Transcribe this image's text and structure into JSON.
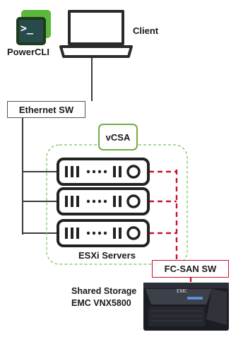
{
  "client": {
    "label": "Client",
    "icon": "laptop-icon"
  },
  "powercli": {
    "label": "PowerCLI",
    "icon_glyph": ">_",
    "icon": "powershell-terminal-icon"
  },
  "ethernet_switch": {
    "label": "Ethernet SW"
  },
  "vcsa": {
    "label": "vCSA"
  },
  "esxi": {
    "label": "ESXi Servers",
    "server_count": 3,
    "icon": "server-rack-icon"
  },
  "fc_san_switch": {
    "label": "FC-SAN SW"
  },
  "storage": {
    "label_line1": "Shared Storage",
    "label_line2": "EMC VNX5800",
    "brand_text": "EMC",
    "icon": "storage-array-icon"
  },
  "colors": {
    "ethernet_line": "#3a3a3a",
    "fc_line": "#c8102e",
    "vcsa_border": "#70ad47",
    "cluster_border": "#7cbf55",
    "powercli_green": "#5cb83c"
  }
}
